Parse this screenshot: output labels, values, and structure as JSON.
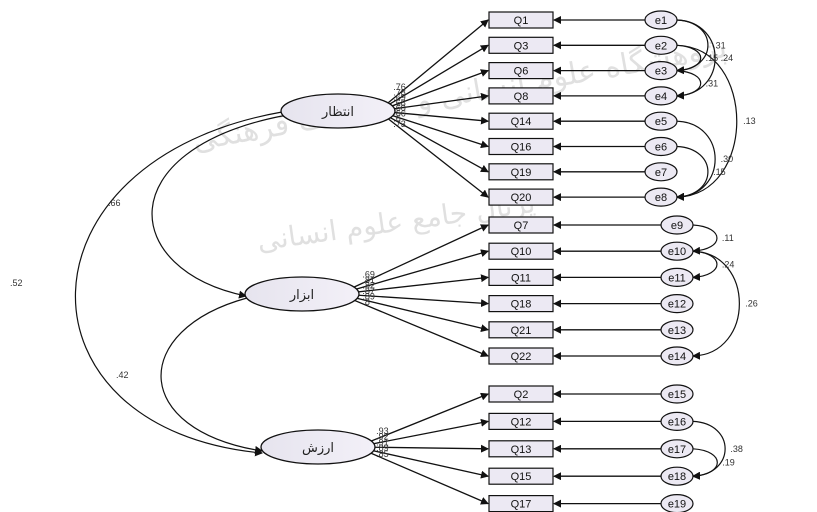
{
  "diagram": {
    "watermark": {
      "line1": "پژوهشگاه علوم انسانی و مطالعات فرهنگی",
      "line2": "پرتال جامع علوم انسانی"
    },
    "latents": [
      {
        "id": "L1",
        "label": "انتظار"
      },
      {
        "id": "L2",
        "label": "ابزار"
      },
      {
        "id": "L3",
        "label": "ارزش"
      }
    ],
    "observed": [
      {
        "id": "Q1",
        "latent": "L1",
        "error": "e1",
        "loading": ".76"
      },
      {
        "id": "Q3",
        "latent": "L1",
        "error": "e2",
        "loading": ".78"
      },
      {
        "id": "Q6",
        "latent": "L1",
        "error": "e3",
        "loading": ".69"
      },
      {
        "id": "Q8",
        "latent": "L1",
        "error": "e4",
        "loading": ".68"
      },
      {
        "id": "Q14",
        "latent": "L1",
        "error": "e5",
        "loading": ".60"
      },
      {
        "id": "Q16",
        "latent": "L1",
        "error": "e6",
        "loading": ".66"
      },
      {
        "id": "Q19",
        "latent": "L1",
        "error": "e7",
        "loading": ".6"
      },
      {
        "id": "Q20",
        "latent": "L1",
        "error": "e8",
        "loading": ".73"
      },
      {
        "id": "Q7",
        "latent": "L2",
        "error": "e9",
        "loading": ".69"
      },
      {
        "id": "Q10",
        "latent": "L2",
        "error": "e10",
        "loading": ".81"
      },
      {
        "id": "Q11",
        "latent": "L2",
        "error": "e11",
        "loading": ".82"
      },
      {
        "id": "Q18",
        "latent": "L2",
        "error": "e12",
        "loading": ".87"
      },
      {
        "id": "Q21",
        "latent": "L2",
        "error": "e13",
        "loading": ".89"
      },
      {
        "id": "Q22",
        "latent": "L2",
        "error": "e14",
        "loading": ".8"
      },
      {
        "id": "Q2",
        "latent": "L3",
        "error": "e15",
        "loading": ".93"
      },
      {
        "id": "Q12",
        "latent": "L3",
        "error": "e16",
        "loading": ".92"
      },
      {
        "id": "Q13",
        "latent": "L3",
        "error": "e17",
        "loading": ".91"
      },
      {
        "id": "Q15",
        "latent": "L3",
        "error": "e18",
        "loading": ".89"
      },
      {
        "id": "Q17",
        "latent": "L3",
        "error": "e19",
        "loading": ".85"
      }
    ],
    "latent_correlations": [
      {
        "a": "L1",
        "b": "L2",
        "value": ".66"
      },
      {
        "a": "L2",
        "b": "L3",
        "value": ".42"
      },
      {
        "a": "L1",
        "b": "L3",
        "value": ".52"
      }
    ],
    "error_covariances": [
      {
        "a": "e1",
        "b": "e3",
        "value": ".31"
      },
      {
        "a": "e1",
        "b": "e4",
        "value": ".24"
      },
      {
        "a": "e2",
        "b": "e3",
        "value": ".15"
      },
      {
        "a": "e2",
        "b": "e8",
        "value": ".13"
      },
      {
        "a": "e3",
        "b": "e4",
        "value": ".31"
      },
      {
        "a": "e5",
        "b": "e8",
        "value": ".30"
      },
      {
        "a": "e6",
        "b": "e8",
        "value": ".15"
      },
      {
        "a": "e9",
        "b": "e10",
        "value": ".11"
      },
      {
        "a": "e10",
        "b": "e11",
        "value": ".24"
      },
      {
        "a": "e10",
        "b": "e14",
        "value": ".26"
      },
      {
        "a": "e16",
        "b": "e18",
        "value": ".38"
      },
      {
        "a": "e17",
        "b": "e18",
        "value": ".19"
      }
    ]
  }
}
